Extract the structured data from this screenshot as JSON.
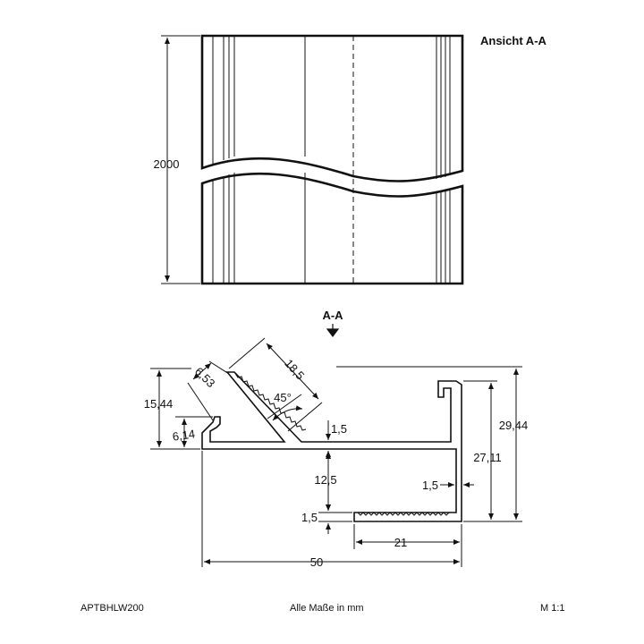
{
  "view": {
    "title": "Ansicht A-A",
    "length_label": "2000"
  },
  "section": {
    "marker": "A-A",
    "dims": {
      "overall_height_left": "15,44",
      "lip_height": "6,14",
      "lip_thickness": "6,53",
      "leg_length": "18,5",
      "angle": "45°",
      "thickness_top": "1,5",
      "thickness_side": "1,5",
      "thickness_bottom": "1,5",
      "gap_height": "12,5",
      "height_right_inner": "27,11",
      "height_right_total": "29,44",
      "bottom_flange": "21",
      "overall_width": "50"
    }
  },
  "footer": {
    "part_number": "APTBHLW200",
    "units_note": "Alle Maße in mm",
    "scale": "M 1:1"
  }
}
